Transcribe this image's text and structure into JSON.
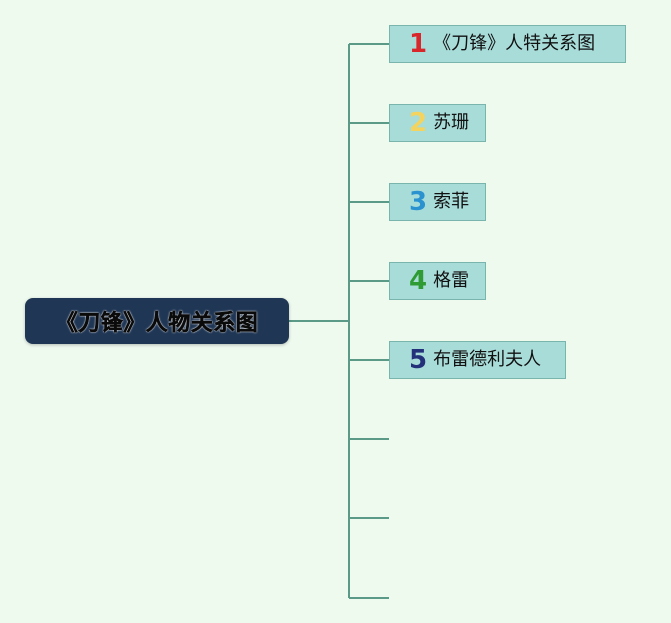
{
  "root": {
    "label": "《刀锋》人物关系图"
  },
  "branches": [
    {
      "number": "1",
      "label": "《刀锋》人特关系图",
      "number_color": "#d8262b"
    },
    {
      "number": "2",
      "label": "苏珊",
      "number_color": "#f4d35e"
    },
    {
      "number": "3",
      "label": "索菲",
      "number_color": "#2a93cf"
    },
    {
      "number": "4",
      "label": "格雷",
      "number_color": "#2f9b33"
    },
    {
      "number": "5",
      "label": "布雷德利夫人",
      "number_color": "#23307a"
    }
  ],
  "colors": {
    "background": "#effaef",
    "connector": "#5a9a86",
    "root_fill": "#1f3655",
    "node_fill": "#a8dcd9",
    "node_border": "#7ab5ad"
  }
}
